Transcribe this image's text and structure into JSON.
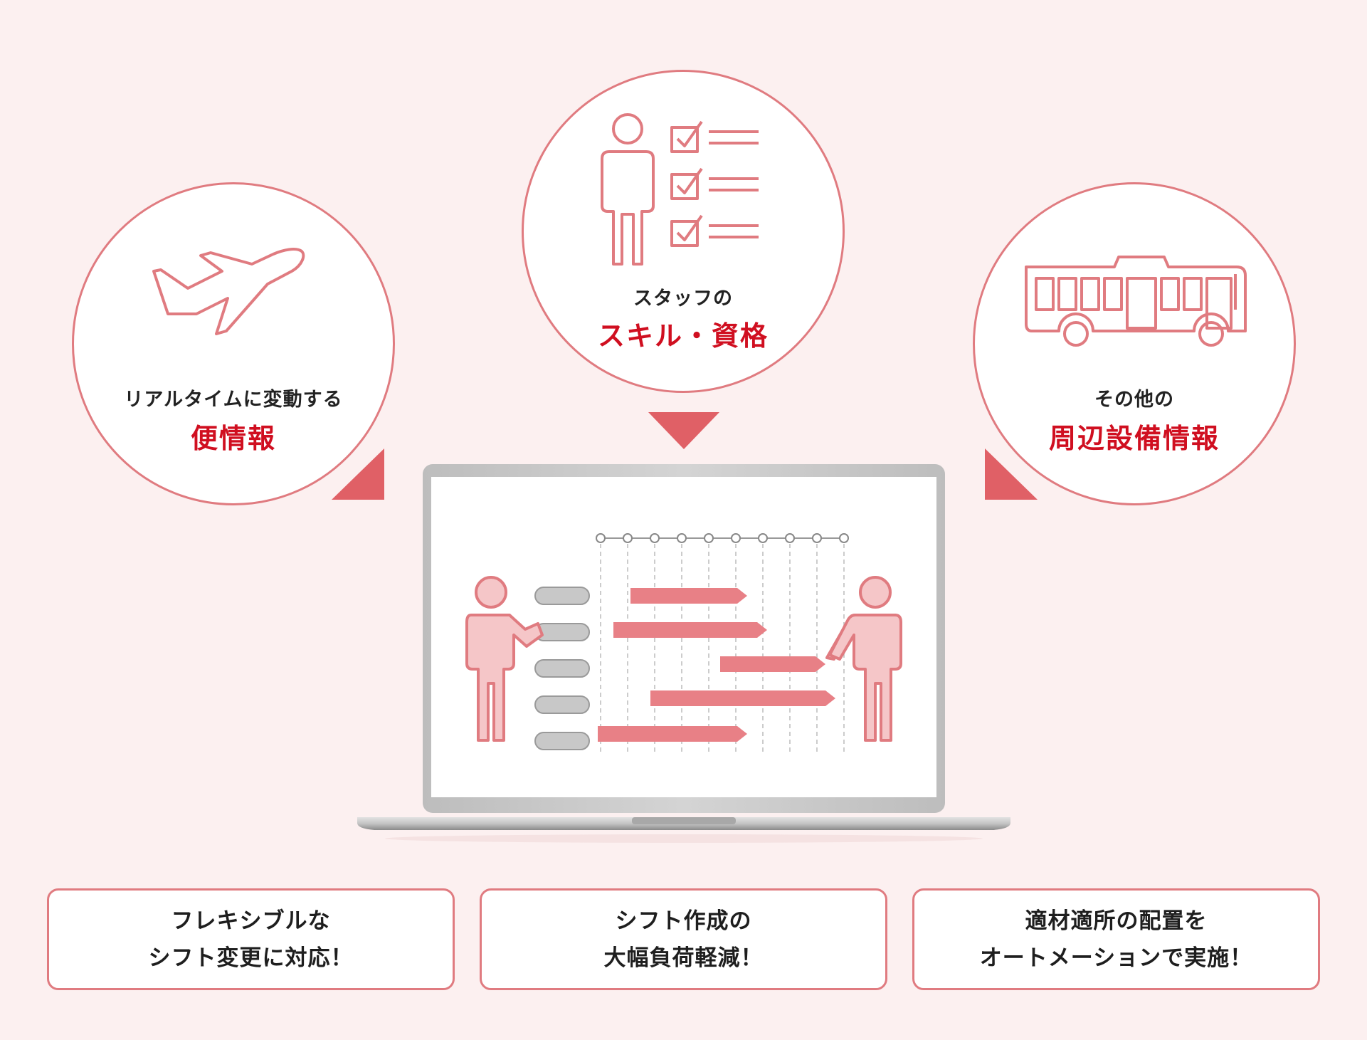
{
  "circles": {
    "left": {
      "line1": "リアルタイムに変動する",
      "line2": "便情報",
      "icon": "airplane-icon"
    },
    "center": {
      "line1": "スタッフの",
      "line2": "スキル・資格",
      "icon": "staff-checklist-icon"
    },
    "right": {
      "line1": "その他の",
      "line2": "周辺設備情報",
      "icon": "bus-icon"
    }
  },
  "benefits": [
    {
      "line1": "フレキシブルな",
      "line2": "シフト変更に対応！"
    },
    {
      "line1": "シフト作成の",
      "line2": "大幅負荷軽減！"
    },
    {
      "line1": "適材適所の配置を",
      "line2": "オートメーションで実施！"
    }
  ],
  "laptop": {
    "screen_icon": "shift-schedule-gantt-icon"
  },
  "colors": {
    "background": "#fcf0f0",
    "accent_red": "#d00f20",
    "border_pink": "#e07b80",
    "arrow_red": "#e06066",
    "bar_pink": "#e88086",
    "figure_fill": "#f5c6c8",
    "pill_gray": "#c8c8c8"
  }
}
